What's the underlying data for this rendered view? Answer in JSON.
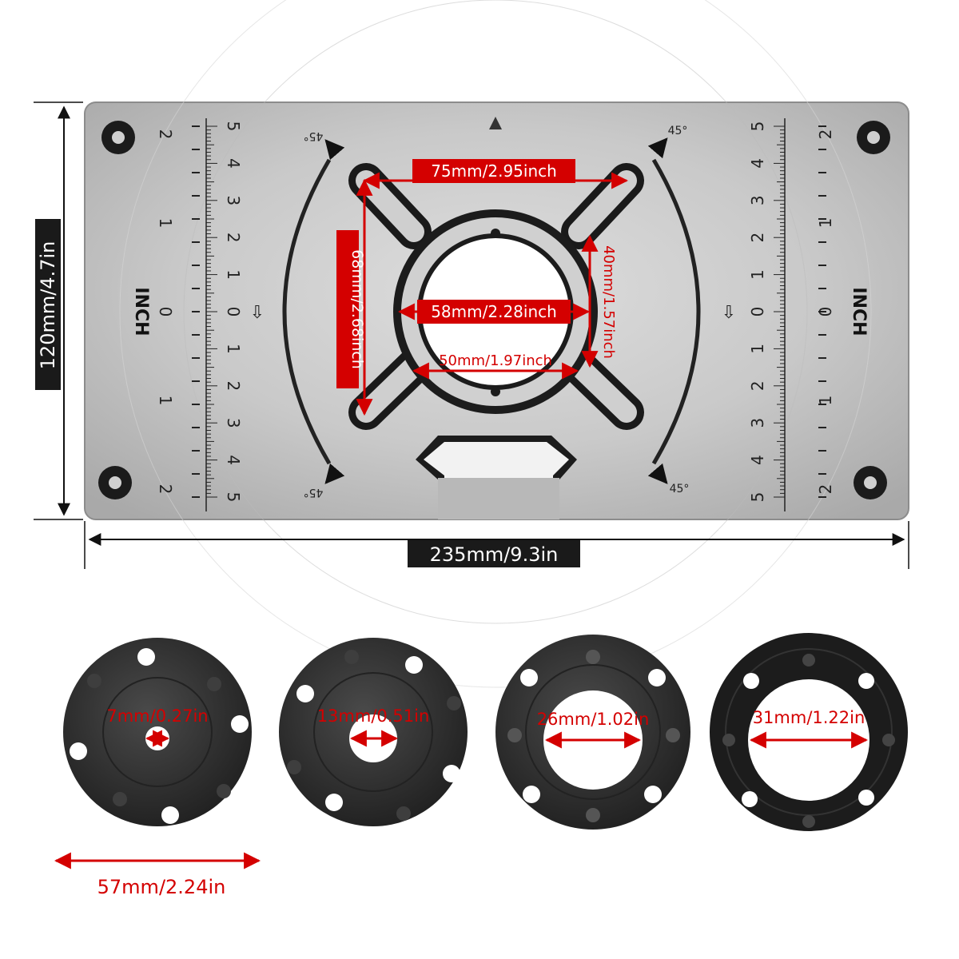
{
  "dimensions": {
    "plate_width": "235mm/9.3in",
    "plate_height": "120mm/4.7in",
    "slot_span": "75mm/2.95inch",
    "vertical_slot_span": "68mm/2.68inch",
    "slot_depth": "40mm/1.57inch",
    "center_hole": "58mm/2.28inch",
    "inner_span": "50mm/1.97inch"
  },
  "plate": {
    "unit_label": "INCH",
    "angle_label": "45°",
    "inch_ticks": [
      "2",
      "1",
      "0",
      "1",
      "2"
    ],
    "cm_ticks": [
      "5",
      "4",
      "3",
      "2",
      "1",
      "0",
      "1",
      "2",
      "3",
      "4",
      "5"
    ]
  },
  "rings": [
    {
      "id": "ring-1",
      "inner_diameter": "7mm/0.27in"
    },
    {
      "id": "ring-2",
      "inner_diameter": "13mm/0.51in"
    },
    {
      "id": "ring-3",
      "inner_diameter": "26mm/1.02in"
    },
    {
      "id": "ring-4",
      "inner_diameter": "31mm/1.22in"
    }
  ],
  "ring_outer_diameter": "57mm/2.24in",
  "colors": {
    "plate": "#c8c8c8",
    "ink": "#111111",
    "label_bg": "#1a1a1a",
    "label_text": "#ffffff",
    "dimension_red": "#d40000",
    "ring": "#2e2e2e"
  }
}
